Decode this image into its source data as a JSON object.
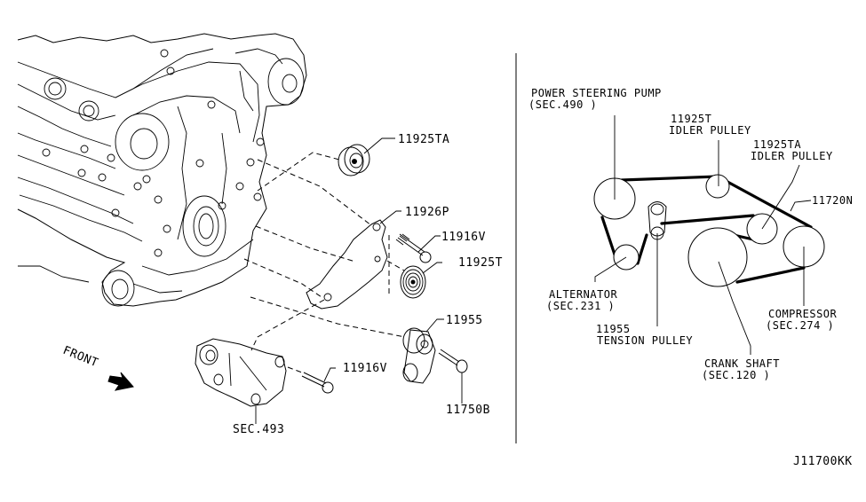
{
  "diagram": {
    "code": "J11700KK",
    "front_label": "FRONT",
    "exploded_view": {
      "callouts": [
        {
          "id": "idler-pulley-ta",
          "text": "11925TA"
        },
        {
          "id": "bracket",
          "text": "11926P"
        },
        {
          "id": "bolt-upper",
          "text": "11916V"
        },
        {
          "id": "idler-pulley-t",
          "text": "11925T"
        },
        {
          "id": "tensioner",
          "text": "11955"
        },
        {
          "id": "bolt-lower",
          "text": "11916V"
        },
        {
          "id": "tensioner-bolt",
          "text": "11750B"
        },
        {
          "id": "mount-bracket",
          "text": "SEC.493"
        }
      ]
    },
    "belt_routing": {
      "components": [
        {
          "id": "power-steering-pump",
          "line1": "POWER STEERING PUMP",
          "line2": "(SEC.490 )"
        },
        {
          "id": "idler-pulley-t",
          "line1": "11925T",
          "line2": "IDLER PULLEY"
        },
        {
          "id": "idler-pulley-ta",
          "line1": "11925TA",
          "line2": "IDLER PULLEY"
        },
        {
          "id": "belt",
          "line1": "11720N",
          "line2": ""
        },
        {
          "id": "alternator",
          "line1": "ALTERNATOR",
          "line2": "(SEC.231 )"
        },
        {
          "id": "tension-pulley",
          "line1": "11955",
          "line2": "TENSION PULLEY"
        },
        {
          "id": "compressor",
          "line1": "COMPRESSOR",
          "line2": "(SEC.274 )"
        },
        {
          "id": "crank-shaft",
          "line1": "CRANK SHAFT",
          "line2": "(SEC.120 )"
        }
      ]
    }
  }
}
